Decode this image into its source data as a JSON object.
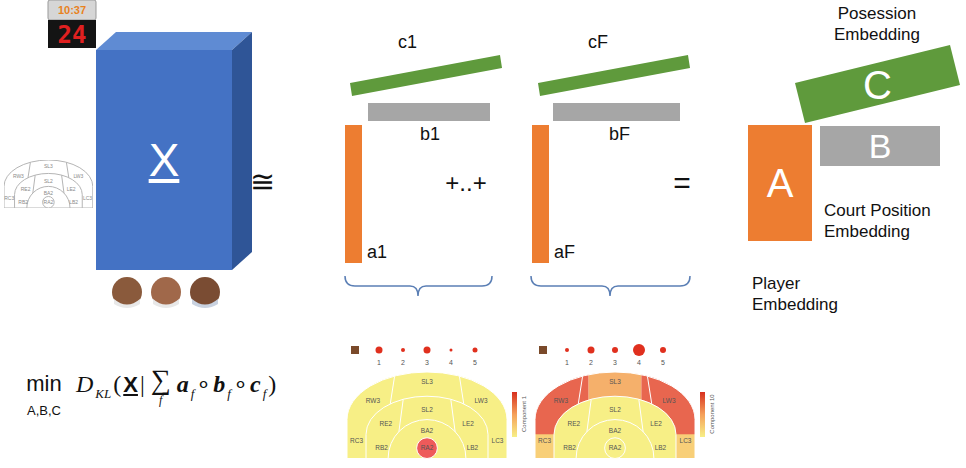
{
  "diagram": {
    "nodes": [
      {
        "text": [
          "X"
        ]
      },
      {
        "text": [
          "c1"
        ]
      },
      {
        "text": [
          "b1"
        ]
      },
      {
        "text": [
          "a1"
        ]
      },
      {
        "text": [
          "cF"
        ]
      },
      {
        "text": [
          "bF"
        ]
      },
      {
        "text": [
          "aF"
        ]
      },
      {
        "text": [
          "A",
          "Player Embedding"
        ]
      },
      {
        "text": [
          "B",
          "Court Position Embedding"
        ]
      },
      {
        "text": [
          "C",
          "Posession Embedding"
        ]
      }
    ],
    "labels": [
      "10:37",
      "24",
      "SL3",
      "RW3",
      "LW3",
      "RE2",
      "SL2",
      "LE2",
      "BA2",
      "RA2",
      "RC3",
      "LC3",
      "RB2",
      "LB2",
      "≅",
      "+..+",
      "=",
      "min",
      "A,B,C",
      "D",
      "KL",
      "(",
      "X",
      "|",
      "∑",
      "f",
      "a",
      "f",
      "∘",
      "b",
      "f",
      "∘",
      "c",
      "f",
      ")",
      "1",
      "2",
      "3",
      "4",
      "5",
      "Component 1",
      "SL3",
      "RW3",
      "LW3",
      "RE2",
      "SL2",
      "LE2",
      "BA2",
      "RA2",
      "RC3",
      "LC3",
      "RB2",
      "LB2",
      "1",
      "2",
      "3",
      "4",
      "5",
      "Component 10",
      "SL3",
      "RW3",
      "LW3",
      "RE2",
      "SL2",
      "LE2",
      "BA2",
      "RA2",
      "RC3",
      "LC3",
      "RB2",
      "LB2"
    ]
  }
}
